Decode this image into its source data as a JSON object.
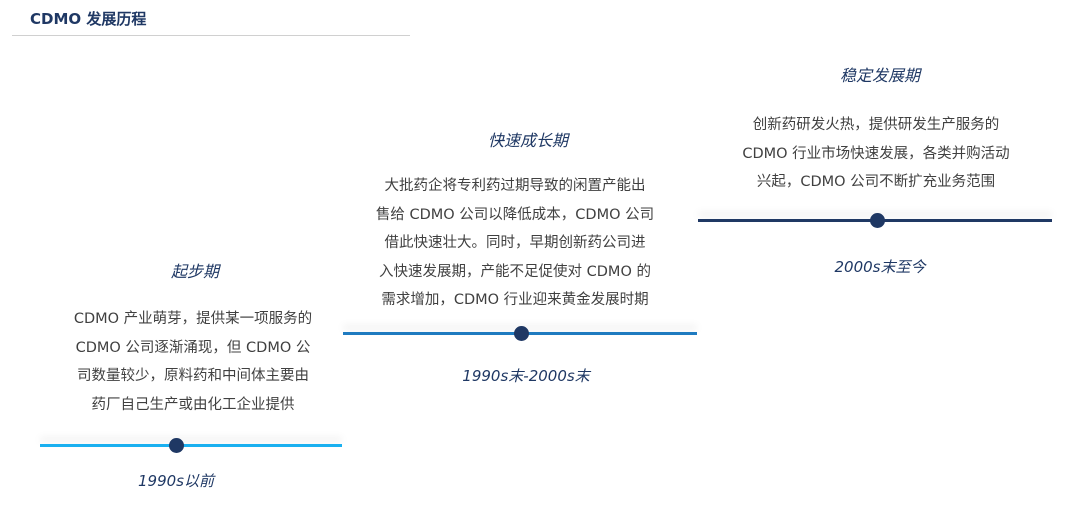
{
  "header": {
    "title": "CDMO 发展历程"
  },
  "colors": {
    "navy": "#1f3864",
    "stage1_line": "#1ab0f0",
    "stage2_line": "#1f7bc0",
    "stage3_line": "#1f3864"
  },
  "stages": [
    {
      "title": "起步期",
      "lines": [
        "CDMO 产业萌芽，提供某一项服务的",
        "CDMO 公司逐渐涌现，但 CDMO 公",
        "司数量较少，原料药和中间体主要由",
        "药厂自己生产或由化工企业提供"
      ],
      "date": "1990s以前"
    },
    {
      "title": "快速成长期",
      "lines": [
        "大批药企将专利药过期导致的闲置产能出",
        "售给 CDMO 公司以降低成本，CDMO 公司",
        "借此快速壮大。同时，早期创新药公司进",
        "入快速发展期，产能不足促使对 CDMO 的",
        "需求增加，CDMO 行业迎来黄金发展时期"
      ],
      "date": "1990s末-2000s末"
    },
    {
      "title": "稳定发展期",
      "lines": [
        "创新药研发火热，提供研发生产服务的",
        "CDMO 行业市场快速发展，各类并购活动",
        "兴起，CDMO 公司不断扩充业务范围"
      ],
      "date": "2000s末至今"
    }
  ]
}
